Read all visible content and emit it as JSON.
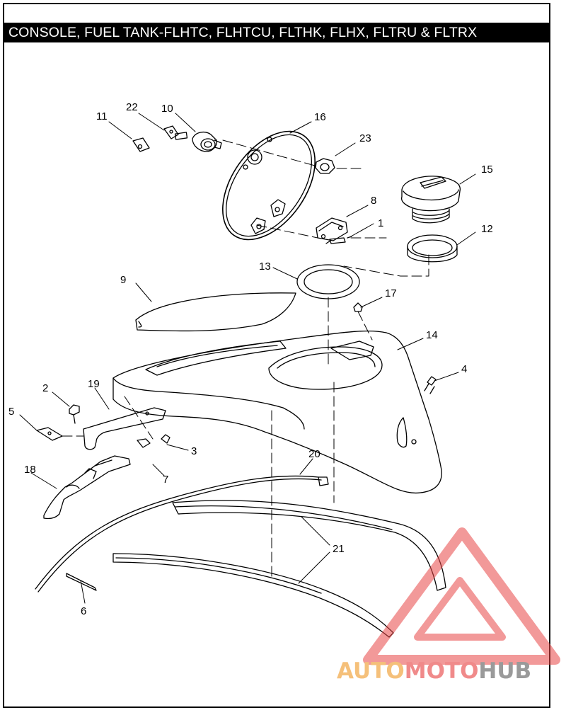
{
  "title": "CONSOLE, FUEL TANK-FLHTC, FLHTCU, FLTHK, FLHX, FLTRU & FLTRX",
  "callouts": {
    "c1": "1",
    "c2": "2",
    "c3": "3",
    "c4": "4",
    "c5": "5",
    "c6": "6",
    "c7": "7",
    "c8": "8",
    "c9": "9",
    "c10": "10",
    "c11": "11",
    "c12": "12",
    "c13": "13",
    "c14": "14",
    "c15": "15",
    "c16": "16",
    "c17": "17",
    "c18": "18",
    "c19": "19",
    "c20": "20",
    "c21": "21",
    "c22": "22",
    "c23": "23"
  },
  "watermark": {
    "part1": "AUTO",
    "part2": "MOTO",
    "part3": "HUB",
    "color1": "#f5c07a",
    "color2": "#f08a8a",
    "color3": "#9a9a9a",
    "triangle_color": "#e84545"
  }
}
